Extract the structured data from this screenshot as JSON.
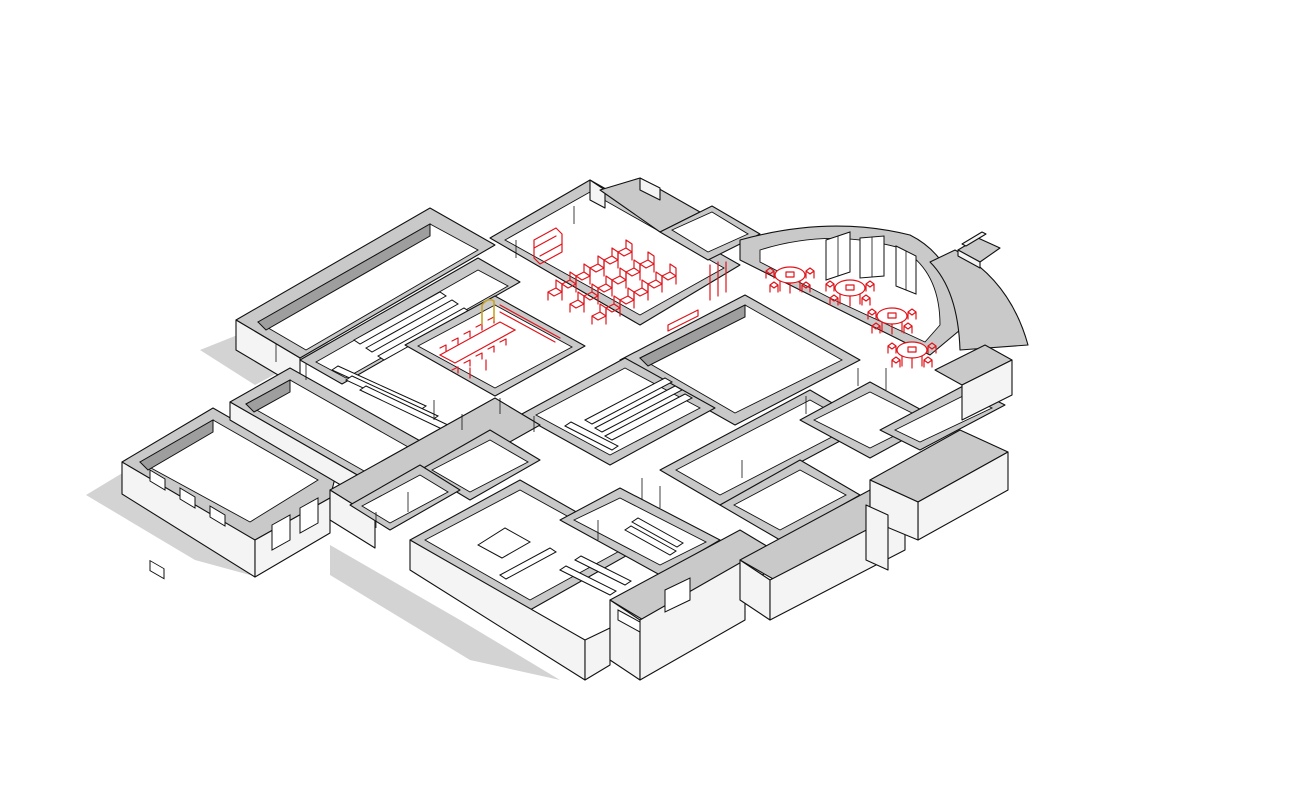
{
  "view": "isometric-3d-floor-plan",
  "colors": {
    "background": "#ffffff",
    "wall_top": "#c9c9c9",
    "wall_side": "#f4f4f4",
    "outline": "#111111",
    "shadow": "#d3d3d3",
    "furniture": "#e0141b",
    "door_highlight": "#c9a227"
  },
  "furniture_counts": {
    "classroom_chairs": 18,
    "round_tables": 4,
    "conference_table_chairs": 12
  }
}
